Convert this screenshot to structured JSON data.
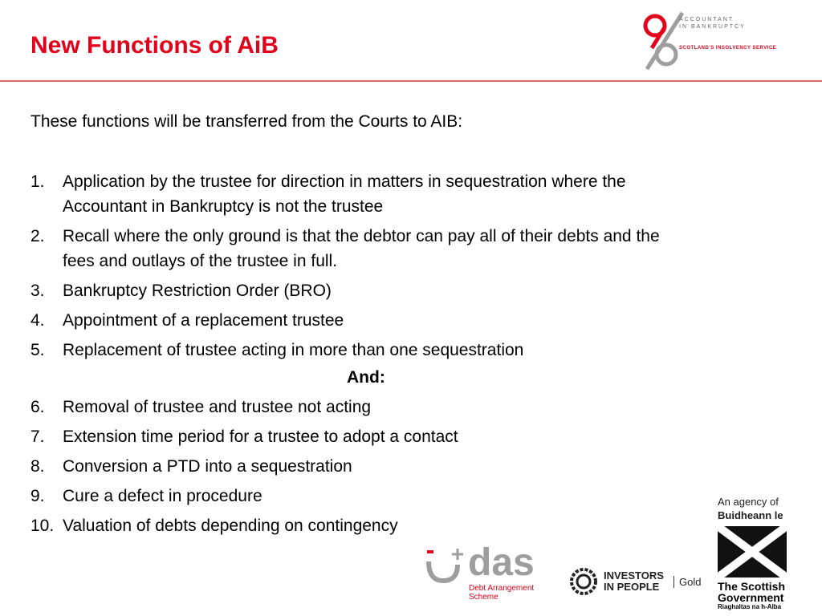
{
  "slide": {
    "title": "New Functions of AiB",
    "intro": "These functions will be transferred from the Courts to AIB:",
    "items_a": [
      {
        "num": "1.",
        "text": "Application by the trustee for direction in matters in sequestration where the Accountant in Bankruptcy is not the trustee"
      },
      {
        "num": "2.",
        "text": "Recall where the only ground is that the debtor can pay all of their debts and the fees and outlays of the trustee in full."
      },
      {
        "num": "3.",
        "text": "Bankruptcy Restriction Order (BRO)"
      },
      {
        "num": "4.",
        "text": "Appointment of a replacement trustee"
      },
      {
        "num": "5.",
        "text": "Replacement of trustee acting in more than one sequestration"
      }
    ],
    "and_label": "And:",
    "items_b": [
      {
        "num": "6.",
        "text": "Removal of trustee and trustee not acting"
      },
      {
        "num": "7.",
        "text": "Extension time period for a trustee to adopt a contact"
      },
      {
        "num": "8.",
        "text": "Conversion a PTD into a sequestration"
      },
      {
        "num": "9.",
        "text": "Cure a defect in procedure"
      },
      {
        "num": "10.",
        "text": "Valuation of debts depending on contingency"
      }
    ]
  },
  "logos": {
    "aib": {
      "line1": "ACCOUNTANT",
      "line2": "IN BANKRUPTCY",
      "line3": "SCOTLAND'S INSOLVENCY SERVICE"
    },
    "agency": {
      "line1": "An agency of",
      "line2": "Buidheann le",
      "sg1": "The Scottish",
      "sg2": "Government",
      "sg3": "Riaghaltas na h-Alba"
    },
    "das": {
      "word": "das",
      "sub1": "Debt Arrangement",
      "sub2": "Scheme"
    },
    "iip": {
      "line1": "INVESTORS",
      "line2": "IN PEOPLE",
      "level": "Gold"
    }
  },
  "colors": {
    "accent": "#e3001b",
    "rule": "#e06666"
  }
}
